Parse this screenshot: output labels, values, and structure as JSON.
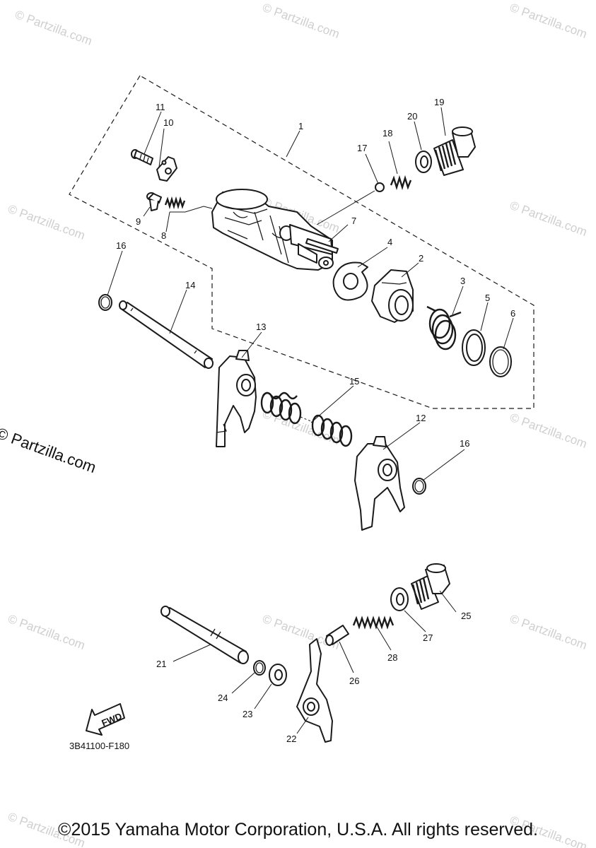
{
  "watermark": {
    "text": "© Partzilla.com",
    "prominent_text": "© Partzilla.com"
  },
  "diagram": {
    "code": "3B41100-F180",
    "fwd_label": "FWD",
    "copyright": "©2015 Yamaha Motor Corporation, U.S.A. All rights reserved."
  },
  "callouts": {
    "p1": "1",
    "p2": "2",
    "p3": "3",
    "p4": "4",
    "p5": "5",
    "p6": "6",
    "p7": "7",
    "p8": "8",
    "p9": "9",
    "p10": "10",
    "p11": "11",
    "p12": "12",
    "p13": "13",
    "p14": "14",
    "p15": "15",
    "p16a": "16",
    "p16b": "16",
    "p17": "17",
    "p18": "18",
    "p19": "19",
    "p20": "20",
    "p21": "21",
    "p22": "22",
    "p23": "23",
    "p24": "24",
    "p25": "25",
    "p26": "26",
    "p27": "27",
    "p28": "28"
  }
}
